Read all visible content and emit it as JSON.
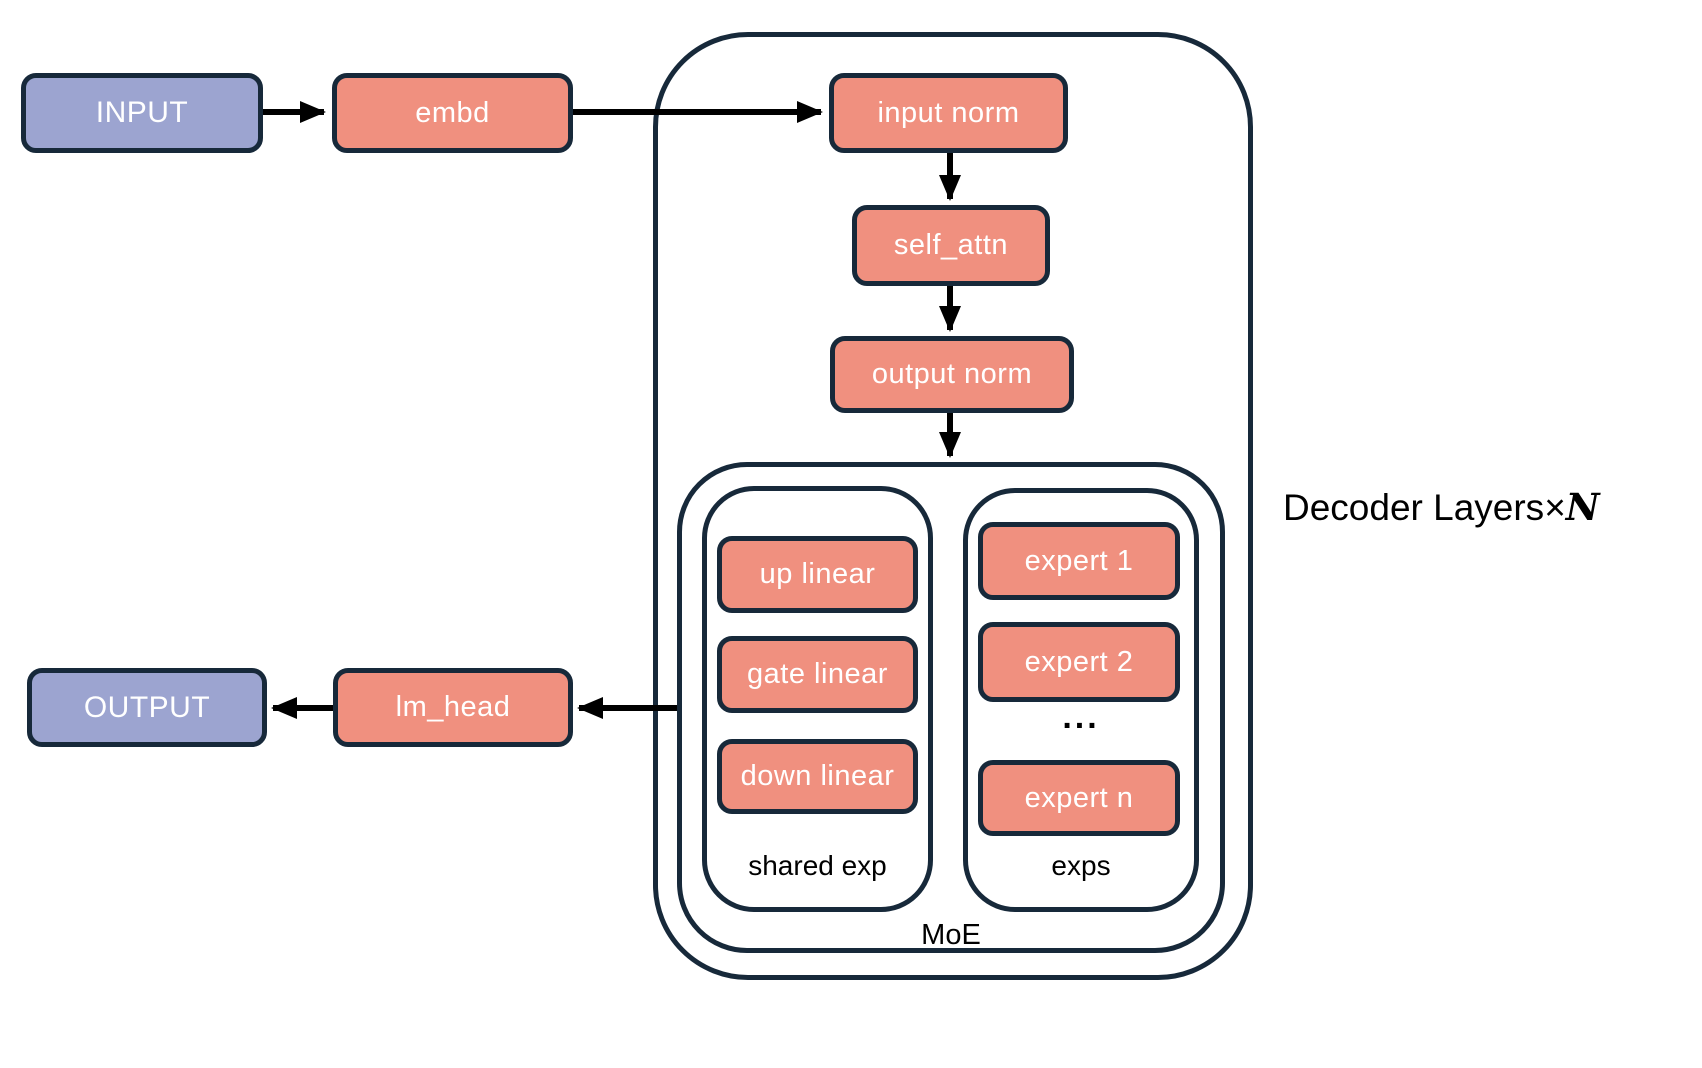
{
  "diagram": {
    "nodes": {
      "input": "INPUT",
      "embd": "embd",
      "input_norm": "input norm",
      "self_attn": "self_attn",
      "output_norm": "output norm",
      "up_linear": "up linear",
      "gate_linear": "gate linear",
      "down_linear": "down linear",
      "expert_1": "expert 1",
      "expert_2": "expert 2",
      "expert_n": "expert n",
      "lm_head": "lm_head",
      "output": "OUTPUT"
    },
    "labels": {
      "shared_exp": "shared exp",
      "exps": "exps",
      "moe": "MoE",
      "ellipsis": "...",
      "decoder_layers": "Decoder Layers",
      "times": "×",
      "n": "N"
    },
    "colors": {
      "operation_box_fill": "#f0907f",
      "io_box_fill": "#9ca4d0",
      "border": "#17293a",
      "arrow": "#000000",
      "box_text": "#ffffff",
      "label_text": "#000000",
      "background": "#ffffff"
    }
  }
}
